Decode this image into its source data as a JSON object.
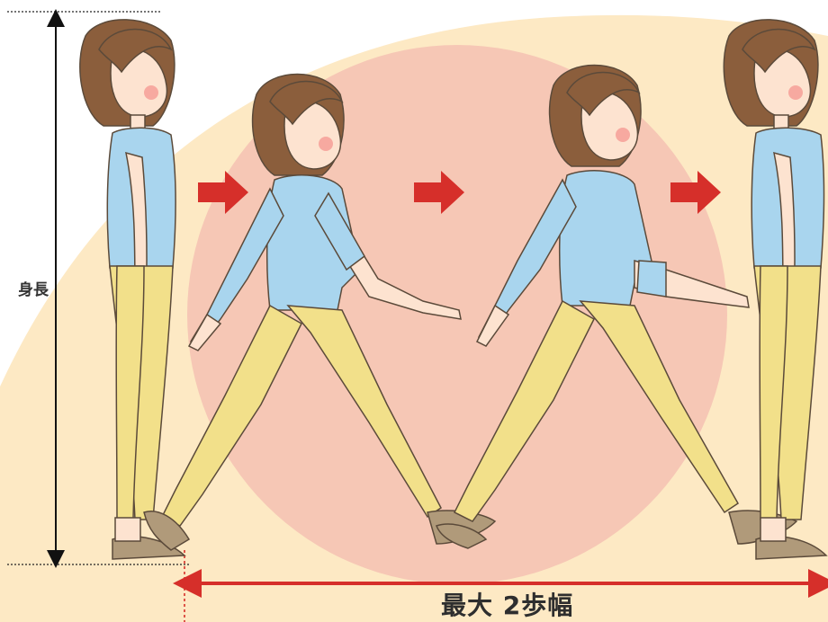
{
  "labels": {
    "height": "身長",
    "stride": "最大 2歩幅"
  },
  "colors": {
    "background_arc": "#fde9c4",
    "circle": "#f6c7b5",
    "arrow_red": "#d62f2a",
    "shirt": "#a9d5ee",
    "pants": "#f2e08a",
    "hair": "#8b5e3c",
    "skin": "#fde3d0",
    "shoe": "#b09a7a"
  },
  "figures": [
    "standing-woman-left",
    "walking-woman-1",
    "walking-woman-2",
    "standing-woman-right"
  ],
  "icons": [
    "step-arrow-1",
    "step-arrow-2",
    "step-arrow-3",
    "height-double-arrow",
    "stride-double-arrow"
  ]
}
